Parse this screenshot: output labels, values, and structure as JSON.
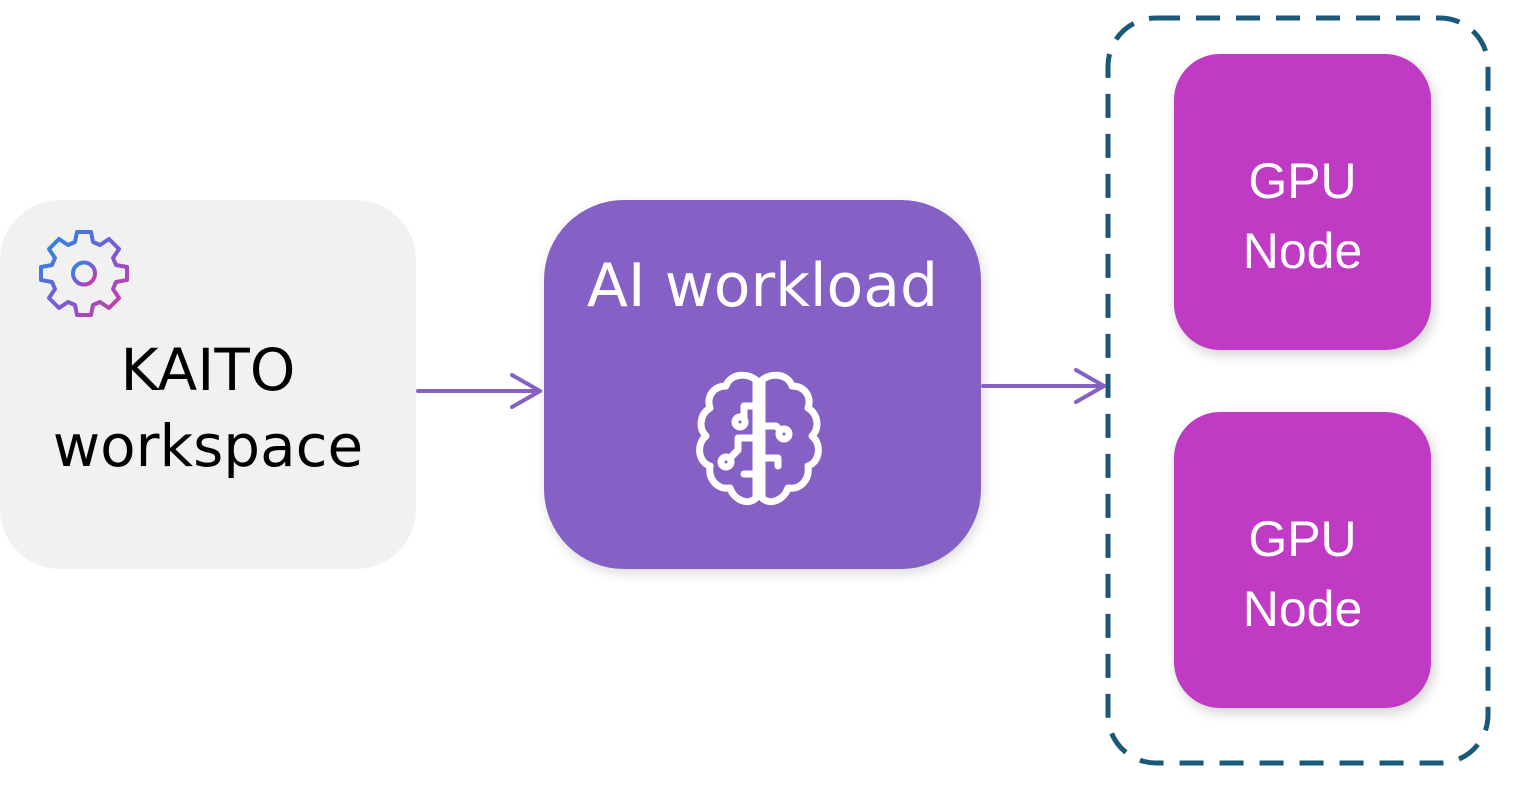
{
  "nodes": {
    "kaito": {
      "line1": "KAITO",
      "line2": "workspace",
      "icon": "gear-icon"
    },
    "ai_workload": {
      "title": "AI workload",
      "icon": "brain-icon"
    },
    "gpu_nodes": [
      {
        "line1": "GPU",
        "line2": "Node"
      },
      {
        "line1": "GPU",
        "line2": "Node"
      }
    ]
  },
  "colors": {
    "kaito_bg": "#f1f1f1",
    "ai_workload_bg": "#8661c5",
    "gpu_bg": "#c03bc4",
    "arrow": "#8661c5",
    "cluster_border": "#1a5a78"
  }
}
